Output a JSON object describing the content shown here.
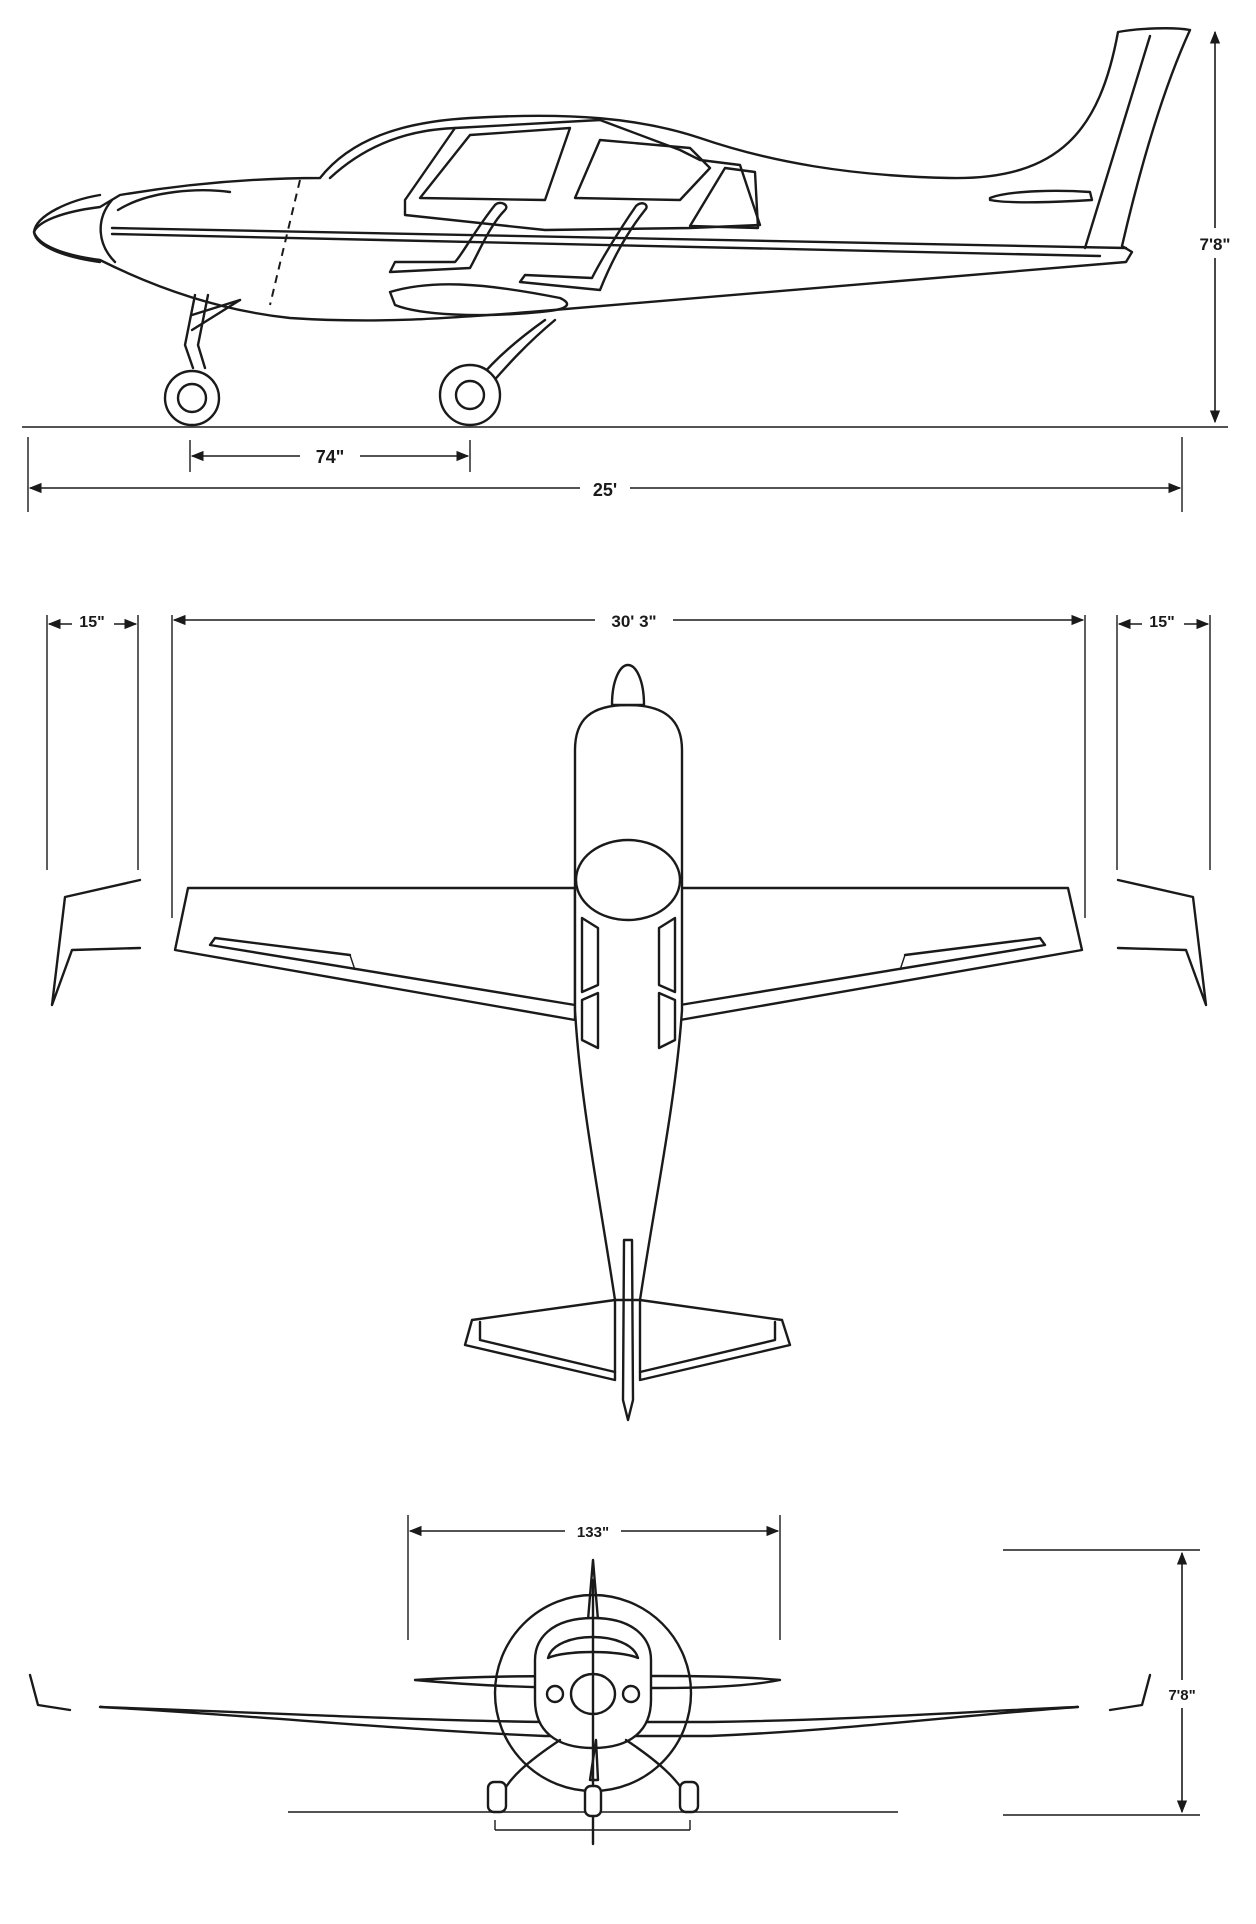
{
  "side_view": {
    "height_label": "7'8\"",
    "wheelbase_label": "74\"",
    "length_label": "25'"
  },
  "top_view": {
    "wingspan_label": "30' 3\"",
    "left_winglet_label": "15\"",
    "right_winglet_label": "15\""
  },
  "front_view": {
    "stabilizer_span_label": "133\"",
    "height_label": "7'8\""
  }
}
